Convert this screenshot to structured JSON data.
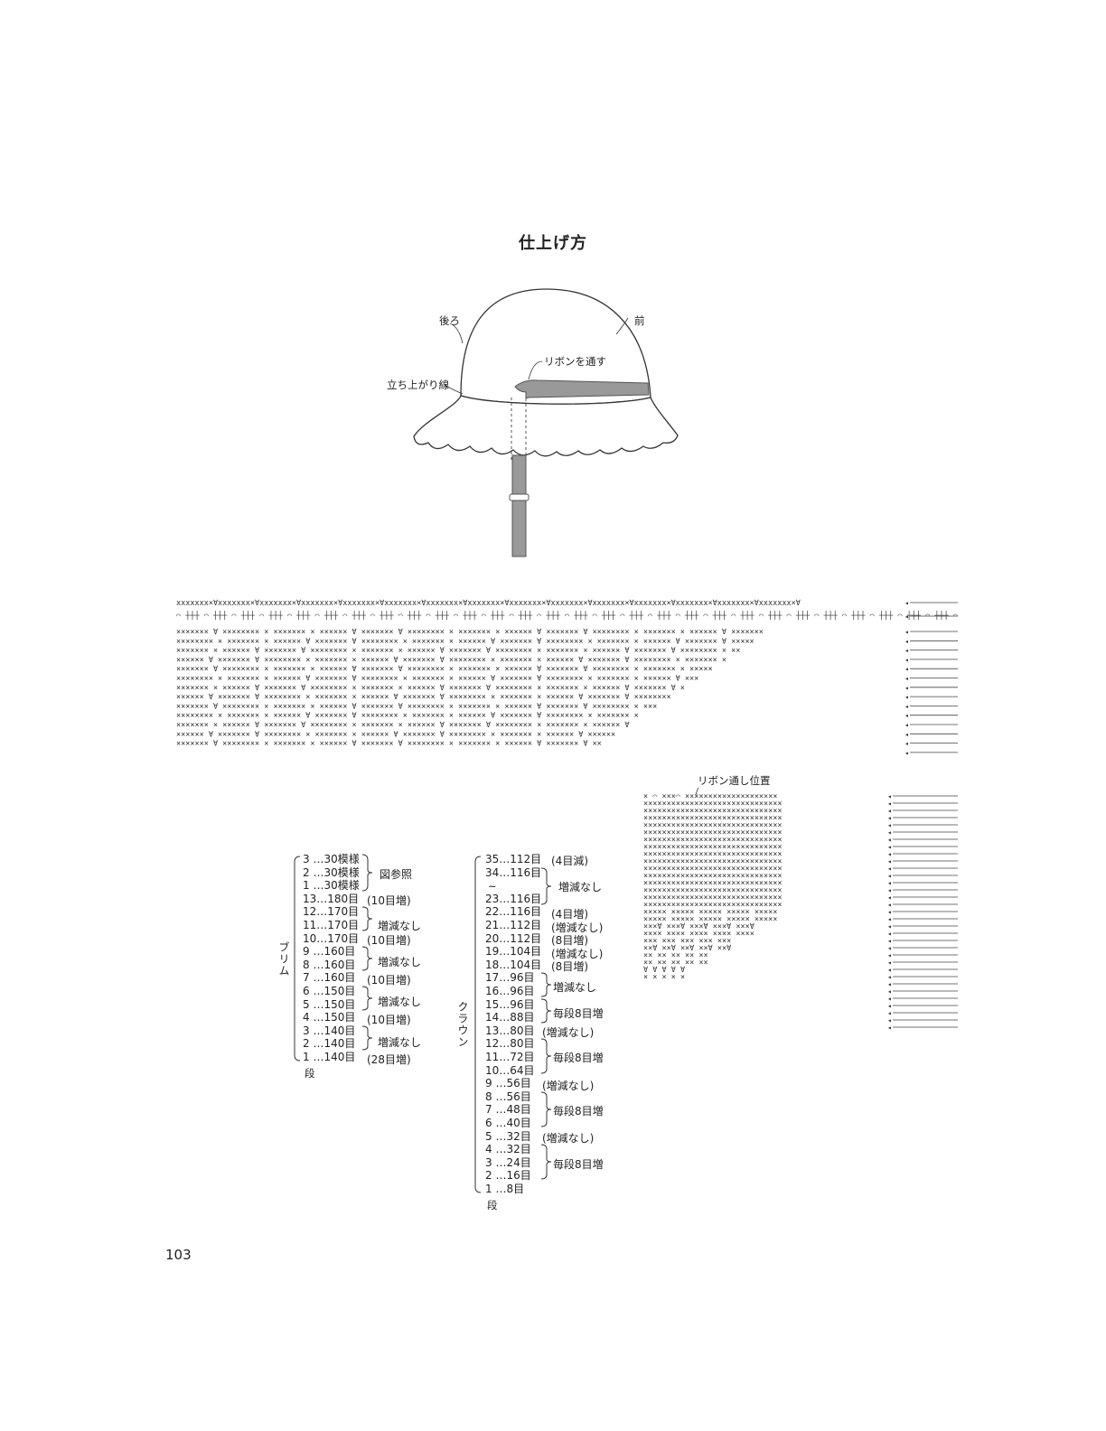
{
  "page": {
    "title": "仕上げ方",
    "page_number": "103"
  },
  "hat_diagram": {
    "label_back": "後ろ",
    "label_front": "前",
    "label_ribbon": "リボンを通す",
    "label_rise_line": "立ち上がり線"
  },
  "chart_small": {
    "label_ribbon_position": "リボン通し位置"
  },
  "brim": {
    "label": "ブリム",
    "dan_label": "段",
    "rows": [
      "3 …30模様",
      "2 …30模様",
      "1 …30模様",
      "13…180目",
      "12…170目",
      "11…170目",
      "10…170目",
      "9 …160目",
      "8 …160目",
      "7 …160目",
      "6 …150目",
      "5 …150目",
      "4 …150目",
      "3 …140目",
      "2 …140目",
      "1 …140目"
    ],
    "notes": {
      "n_ref": "図参照",
      "n13": "(10目増)",
      "n12_11": "増減なし",
      "n10": "(10目増)",
      "n9_8": "増減なし",
      "n7": "(10目増)",
      "n6_5": "増減なし",
      "n4": "(10目増)",
      "n3_2": "増減なし",
      "n1": "(28目増)"
    }
  },
  "crown": {
    "label": "クラウン",
    "dan_label": "段",
    "tilde": "~",
    "rows": [
      "35…112目",
      "34…116目",
      "23…116目",
      "22…116目",
      "21…112目",
      "20…112目",
      "19…104目",
      "18…104目",
      "17…96目",
      "16…96目",
      "15…96目",
      "14…88目",
      "13…80目",
      "12…80目",
      "11…72目",
      "10…64目",
      "9 …56目",
      "8 …56目",
      "7 …48目",
      "6 …40目",
      "5 …32目",
      "4 …32目",
      "3 …24目",
      "2 …16目",
      "1 …8目"
    ],
    "notes": {
      "n35": "(4目減)",
      "n34_23": "増減なし",
      "n22": "(4目増)",
      "n21": "(増減なし)",
      "n20": "(8目増)",
      "n19": "(増減なし)",
      "n18": "(8目増)",
      "n17_16": "増減なし",
      "n15_14": "毎段8目増",
      "n13": "(増減なし)",
      "n12_10": "毎段8目増",
      "n9": "(増減なし)",
      "n8_6": "毎段8目増",
      "n5": "(増減なし)",
      "n4_2": "毎段8目増"
    }
  }
}
